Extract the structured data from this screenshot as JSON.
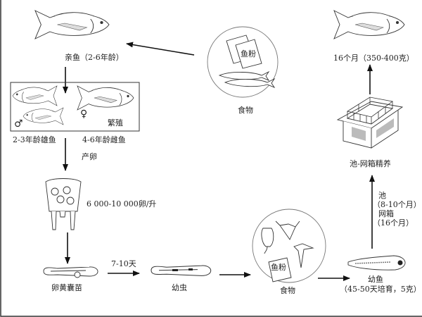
{
  "title": "Sea bream culture cycle",
  "labels": {
    "broodstock": "亲鱼（2-6年龄）",
    "food": "食物",
    "fishmeal": "鱼粉",
    "breeding": "繁殖",
    "male_symbol": "♂",
    "female_symbol": "♀",
    "male": "2-3年龄雄鱼",
    "female": "4-6年龄雌鱼",
    "spawning": "产卵",
    "egg_density": "6 000-10 000卵/升",
    "yolk_larva": "卵黄囊苗",
    "days": "7-10天",
    "larva": "幼虫",
    "juvenile": "幼鱼",
    "juvenile_detail": "（45-50天培育，5克）",
    "pond": "池",
    "pond_time": "（8-10个月）",
    "cage": "网箱",
    "cage_time": "（16个月）",
    "grow_out": "池-网箱精养",
    "market": "16个月（350-400克）"
  },
  "colors": {
    "line": "#111111",
    "text": "#222222"
  }
}
